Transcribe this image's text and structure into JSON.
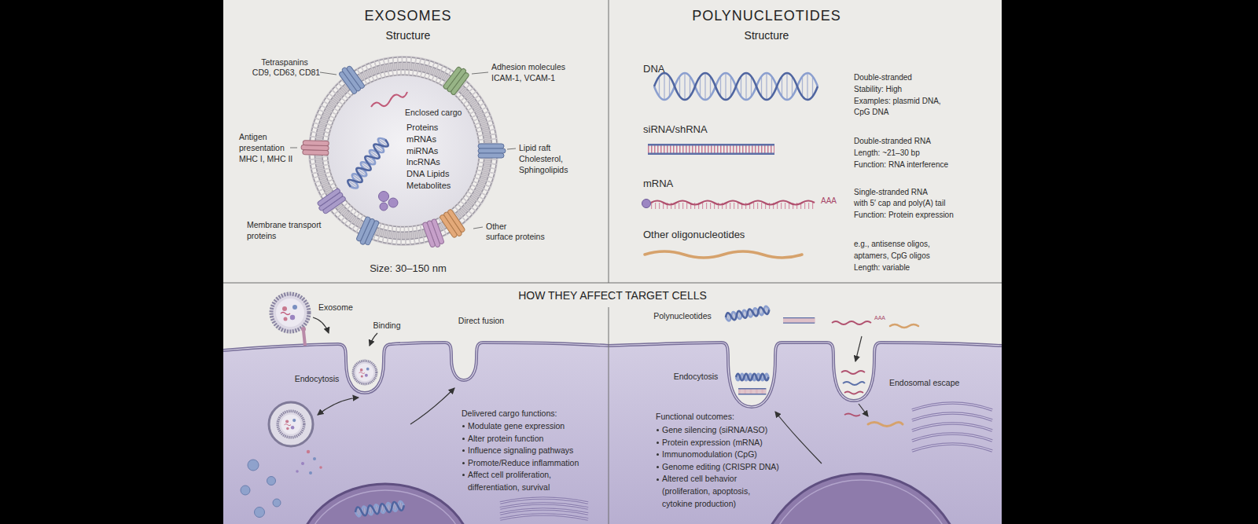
{
  "diagram": {
    "nodes": [
      {
        "text": [
          "EXOSOMES",
          "Structure",
          "Size: 30–150 nm"
        ]
      },
      {
        "text": [
          "Enclosed cargo",
          "Proteins mRNAs miRNAs lncRNAs DNA Lipids Metabolites"
        ],
        "in": 0
      },
      {
        "text": [
          "POLYNUCLEOTIDES",
          "Structure"
        ]
      },
      {
        "text": [
          "HOW THEY AFFECT TARGET CELLS"
        ]
      },
      {
        "text": [
          "Delivered cargo functions:",
          "Modulate gene expression",
          "Alter protein function",
          "Influence signaling pathways",
          "Promote/Reduce inflammation",
          "Affect cell proliferation, differentiation, survival"
        ],
        "in": 3
      },
      {
        "text": [
          "Functional outcomes:",
          "Gene silencing (siRNA/ASO)",
          "Protein expression (mRNA)",
          "Immunomodulation (CpG)",
          "Genome editing (CRISPR DNA)",
          "Altered cell behavior (proliferation, apoptosis, cytokine production)"
        ],
        "in": 3
      }
    ],
    "labels": [
      "Tetraspanins",
      "CD9, CD63, CD81",
      "Adhesion molecules",
      "ICAM-1, VCAM-1",
      "Antigen presentation",
      "MHC I, MHC II",
      "Lipid raft",
      "Cholesterol, Sphingolipids",
      "Membrane transport proteins",
      "Other",
      "surface proteins",
      "DNA",
      "Double-stranded",
      "Stability: High",
      "Examples: plasmid DNA,",
      "CpG DNA",
      "siRNA/shRNA",
      "Double-stranded RNA",
      "Length: ~21–30 bp",
      "Function: RNA interference",
      "mRNA",
      "AAA",
      "Single-stranded RNA",
      "with 5′ cap and poly(A) tail",
      "Function: Protein expression",
      "Other oligonucleotides",
      "e.g., antisense oligos,",
      "aptamers, CpG oligos",
      "Length: variable",
      "Exosome",
      "Binding",
      "Direct fusion",
      "Endocytosis",
      "Polynucleotides",
      "AAA",
      "Endocytosis",
      "Endosomal escape"
    ]
  }
}
